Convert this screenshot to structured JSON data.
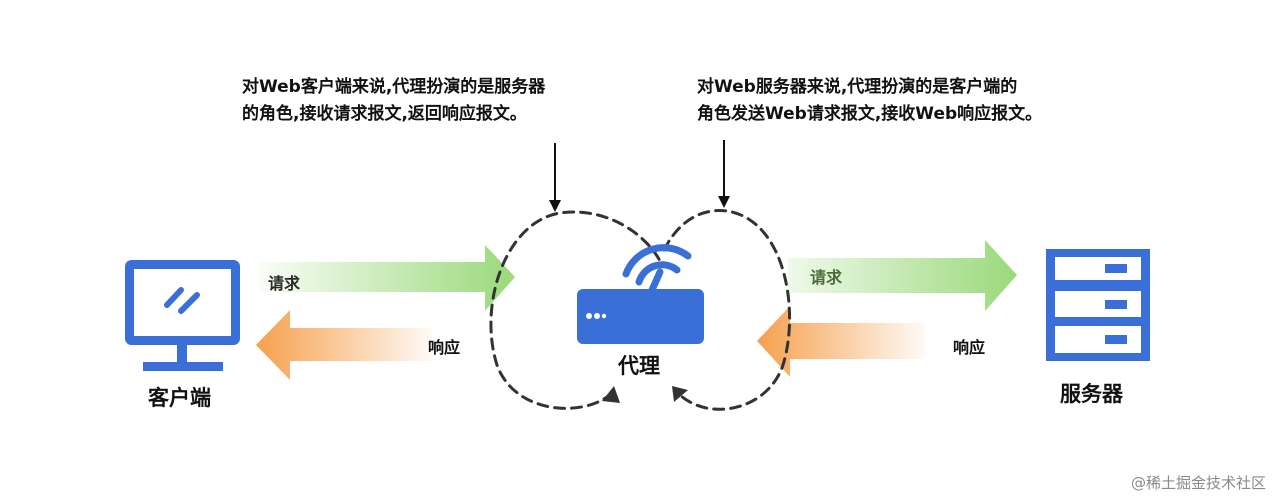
{
  "notes": {
    "client_side": [
      "对Web客户端来说,代理扮演的是服务器",
      "的角色,接收请求报文,返回响应报文。"
    ],
    "server_side": [
      "对Web服务器来说,代理扮演的是客户端的",
      "角色发送Web请求报文,接收Web响应报文。"
    ]
  },
  "nodes": {
    "client": "客户端",
    "proxy": "代理",
    "server": "服务器"
  },
  "flows": {
    "left_request": "请求",
    "left_response": "响应",
    "right_request": "请求",
    "right_response": "响应"
  },
  "colors": {
    "icon_blue": "#3a6fd8",
    "request_green": "#9ad97a",
    "response_orange": "#f6a04d",
    "dashed_loop": "#333333"
  },
  "watermark": "@稀土掘金技术社区"
}
